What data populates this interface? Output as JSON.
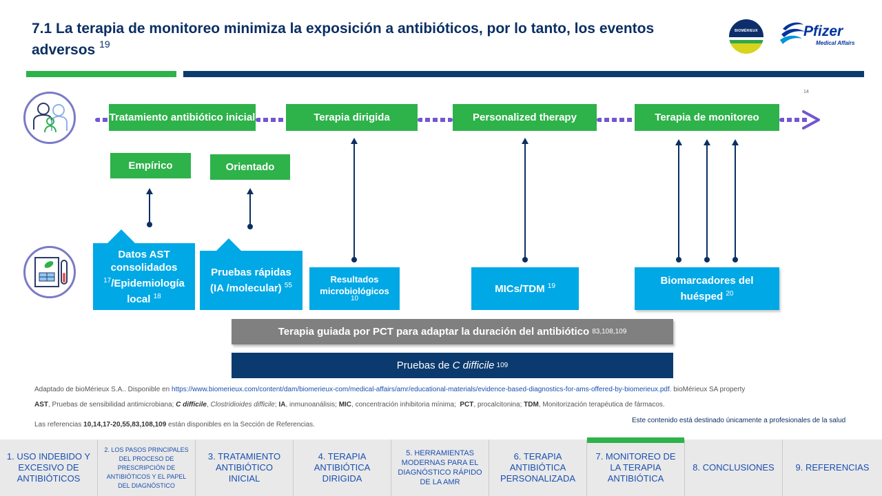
{
  "header": {
    "title": "7.1 La terapia de monitoreo minimiza la exposición a antibióticos, por lo tanto, los eventos adversos",
    "title_ref": "19",
    "slide_number": "14",
    "logo_biomerieux_text": "BIOMÉRIEUX",
    "logo_pfizer_word": "Pfizer",
    "logo_pfizer_sub": "Medical Affairs"
  },
  "flow": {
    "steps": [
      {
        "label": "Tratamiento antibiótico inicial"
      },
      {
        "label": "Terapia dirigida"
      },
      {
        "label": "Personalized therapy"
      },
      {
        "label": "Terapia de monitoreo"
      }
    ],
    "sub": {
      "empirico": "Empírico",
      "orientado": "Orientado"
    },
    "bottom": {
      "datos_ast_1": "Datos AST consolidados",
      "datos_ast_ref1": "17",
      "datos_ast_2": "/Epidemiología local",
      "datos_ast_ref2": "18",
      "pruebas_rapidas": "Pruebas rápidas (IA /molecular)",
      "pruebas_rapidas_ref": "55",
      "resultados": "Resultados microbiológicos",
      "resultados_ref": "10",
      "mics": "MICs/TDM",
      "mics_ref": "19",
      "biomarcadores": "Biomarcadores del huésped",
      "biomarcadores_ref": "20"
    },
    "pct_bar": "Terapia guiada por PCT para adaptar la duración del antibiótico",
    "pct_ref": "83,108,109",
    "cdiff_prefix": "Pruebas de ",
    "cdiff_italic": "C difficile",
    "cdiff_ref": "109"
  },
  "footer": {
    "adapted_prefix": "Adaptado de bioMérieux S.A.. Disponible en ",
    "adapted_link": "https://www.biomerieux.com/content/dam/biomerieux-com/medical-affairs/amr/educational-materials/evidence-based-diagnostics-for-ams-offered-by-biomerieux.pdf",
    "adapted_suffix": ". bioMérieux SA property",
    "abbrev_ast": "AST",
    "abbrev_ast_text": ", Pruebas de sensibilidad antimicrobiana; ",
    "abbrev_cdiff": "C difficile",
    "abbrev_cdiff_text": ", ",
    "abbrev_cdiff_full": "Clostridioides difficile",
    "abbrev_ia": "IA",
    "abbrev_ia_text": ", inmunoanálisis; ",
    "abbrev_mic": "MIC",
    "abbrev_mic_text": ", concentración inhibitoria mínima;  ",
    "abbrev_pct": "PCT",
    "abbrev_pct_text": ", procalcitonina; ",
    "abbrev_tdm": "TDM",
    "abbrev_tdm_text": ", Monitorización terapéutica de fármacos.",
    "refs_prefix": "Las referencias ",
    "refs_nums": "10,14,17-20,55,83,108,109",
    "refs_suffix": " están disponibles en la Sección de Referencias.",
    "disclaimer": "Este contenido está destinado únicamente a profesionales de la salud"
  },
  "nav": [
    {
      "label": "1. USO INDEBIDO Y EXCESIVO DE ANTIBIÓTICOS"
    },
    {
      "label": "2. LOS PASOS PRINCIPALES DEL PROCESO DE PRESCRIPCIÓN DE ANTIBIÓTICOS Y EL PAPEL DEL DIAGNÓSTICO"
    },
    {
      "label": "3. TRATAMIENTO ANTIBIÓTICO INICIAL"
    },
    {
      "label": "4. TERAPIA ANTIBIÓTICA DIRIGIDA"
    },
    {
      "label": "5. HERRAMIENTAS MODERNAS PARA EL DIAGNÓSTICO RÁPIDO DE LA AMR"
    },
    {
      "label": "6. TERAPIA ANTIBIÓTICA PERSONALIZADA"
    },
    {
      "label": "7. MONITOREO DE LA TERAPIA ANTIBIÓTICA"
    },
    {
      "label": "8. CONCLUSIONES"
    },
    {
      "label": "9. REFERENCIAS"
    }
  ],
  "colors": {
    "green": "#2eb24a",
    "navy": "#0b3a6e",
    "cyan": "#00a8e6",
    "purple": "#7355d0"
  }
}
